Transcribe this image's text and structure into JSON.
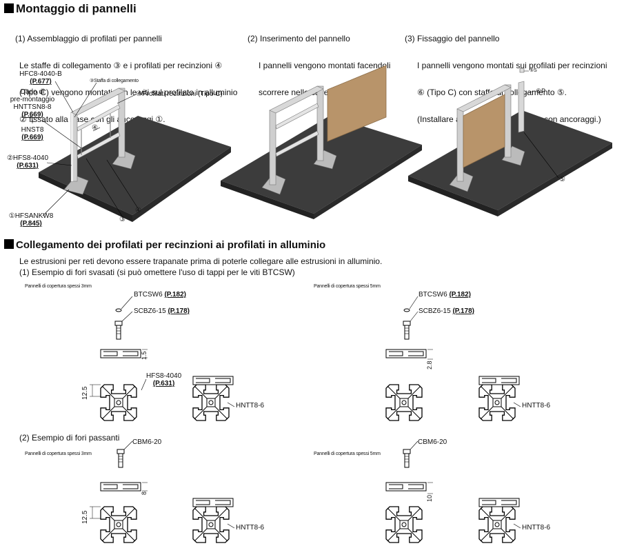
{
  "section1": {
    "title": "Montaggio di pannelli",
    "step1": {
      "line1": "(1) Assemblaggio di profilati per pannelli",
      "line2": "Le staffe di collegamento ③ e i profilati per recinzioni ④",
      "line3": "(Tipo C) vengono montati con le viti sul profilato in alluminio",
      "line4": "② fissato alla base con gli ancoraggi ①."
    },
    "step2": {
      "line1": "(2) Inserimento del pannello",
      "line2": "I pannelli vengono montati facendoli",
      "line3": "scorrere nelle cave dei profilati."
    },
    "step3": {
      "line1": "(3) Fissaggio del pannello",
      "line2": "I pannelli vengono montati sui profilati per recinzioni",
      "line3": "⑥ (Tipo C) con staffe di collegamento ⑤.",
      "line4": "(Installare altri profilati in alluminio con ancoraggi.)"
    },
    "labels1": {
      "hfc": "HFC8-4040-B",
      "hfc_page": "(P.677)",
      "dado1": "Dado di",
      "dado2": "pre-montaggio",
      "hnttsn": "HNTTSN8-8",
      "hnttsn_page": "(P.669)",
      "plus": "+",
      "hnst": "HNST8",
      "hnst_page": "(P.669)",
      "hfs": "②HFS8-4040",
      "hfs_page": "(P.631)",
      "anchor": "①HFSANKW8",
      "anchor_page": "(P.845)",
      "staffa": "③Staffa di collegamento",
      "profilati": "④Profilati recinzioni (Tipo C)",
      "c4a": "④",
      "c4b": "④",
      "c3": "③"
    },
    "labels3": {
      "s5": "⑤S",
      "p6": "⑥P",
      "c5": "⑤"
    }
  },
  "section2": {
    "title": "Collegamento dei profilati per recinzioni ai profilati in alluminio",
    "intro": "Le estrusioni per reti devono essere trapanate prima di poterle collegare alle estrusioni in alluminio.",
    "sub1": "(1) Esempio di fori svasati (si può omettere l'uso di tappi per le viti BTCSW)",
    "sub2": "(2) Esempio di fori passanti",
    "panel3mm": "Pannelli di copertura spessi 3mm",
    "panel5mm": "Pannelli di copertura spessi 5mm",
    "btcsw": "BTCSW6",
    "btcsw_page": "(P.182)",
    "scbz": "SCBZ6-15",
    "scbz_page": "(P.178)",
    "hfs": "HFS8-4040",
    "hfs_page": "(P.631)",
    "hntt": "HNTT8-6",
    "cbm": "CBM6-20",
    "dim_1_5": "1.5",
    "dim_2_8": "2.8",
    "dim_12_5": "12.5",
    "dim_8": "8",
    "dim_10": "10"
  }
}
